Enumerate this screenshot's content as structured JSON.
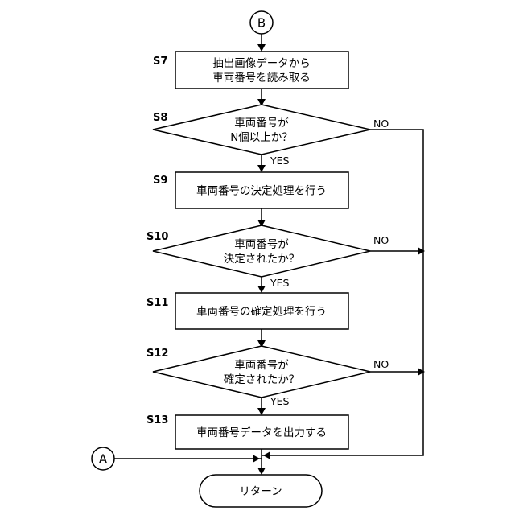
{
  "connectors": {
    "top": "B",
    "left": "A"
  },
  "steps": {
    "s7": {
      "id": "S7",
      "lines": [
        "抽出画像データから",
        "車両番号を読み取る"
      ]
    },
    "s8": {
      "id": "S8",
      "lines": [
        "車両番号が",
        "N個以上か？"
      ],
      "yes": "YES",
      "no": "NO"
    },
    "s9": {
      "id": "S9",
      "lines": [
        "車両番号の決定処理を行う"
      ]
    },
    "s10": {
      "id": "S10",
      "lines": [
        "車両番号が",
        "決定されたか？"
      ],
      "yes": "YES",
      "no": "NO"
    },
    "s11": {
      "id": "S11",
      "lines": [
        "車両番号の確定処理を行う"
      ]
    },
    "s12": {
      "id": "S12",
      "lines": [
        "車両番号が",
        "確定されたか？"
      ],
      "yes": "YES",
      "no": "NO"
    },
    "s13": {
      "id": "S13",
      "lines": [
        "車両番号データを出力する"
      ]
    }
  },
  "terminal": {
    "label": "リターン"
  }
}
